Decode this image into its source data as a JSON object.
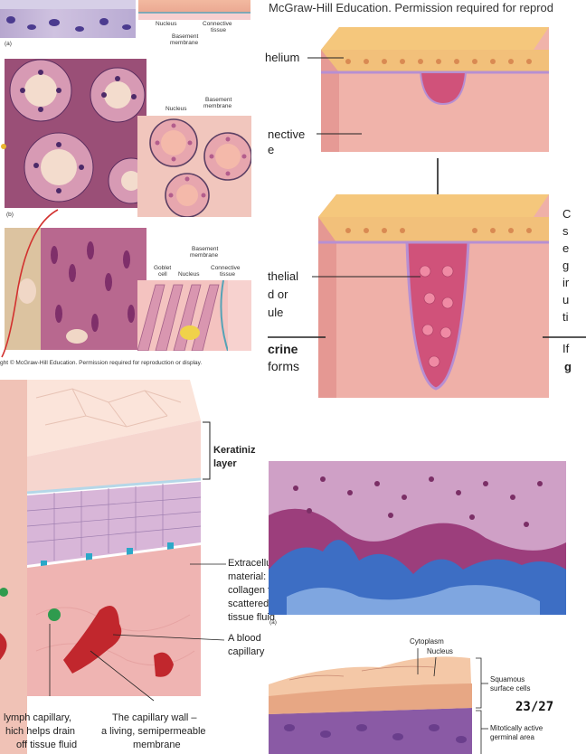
{
  "header": {
    "permission": "McGraw-Hill Education. Permission required for reprod"
  },
  "panel_a": {
    "tag": "(a)",
    "nucleus": "Nucleus",
    "connective_1": "Connective",
    "connective_2": "tissue",
    "basement_1": "Basement",
    "basement_2": "membrane"
  },
  "panel_b": {
    "tag": "(b)",
    "nucleus": "Nucleus",
    "basement_1": "Basement",
    "basement_2": "membrane"
  },
  "panel_c": {
    "basement_1": "Basement",
    "basement_2": "membrane",
    "goblet_1": "Goblet",
    "goblet_2": "cell",
    "nucleus": "Nucleus",
    "connective_1": "Connective",
    "connective_2": "tissue",
    "copyright": "ght © McGraw-Hill Education. Permission required for reproduction or display."
  },
  "gland_figure": {
    "epithelium": "helium",
    "connective_1": "nective",
    "connective_2": "e",
    "epithelial_1": "thelial",
    "epithelial_2": "d or",
    "epithelial_3": "ule",
    "exocrine": "crine",
    "forms": "forms",
    "right_letters": [
      "C",
      "s",
      "e",
      "g",
      "ir",
      "u",
      "ti"
    ],
    "right_if": "If",
    "right_g": "g"
  },
  "skin_figure": {
    "keratinized_1": "Keratiniz",
    "keratinized_2": "layer",
    "extracellular": [
      "Extracellula",
      "material:",
      "collagen fib",
      "scattered c",
      "tissue fluid"
    ],
    "blood_capillary_1": "A blood",
    "blood_capillary_2": "capillary",
    "lymph": [
      "lymph capillary,",
      "hich helps drain",
      "off tissue fluid"
    ],
    "capillary_wall": [
      "The capillary wall –",
      "a living, semipermeable",
      "membrane"
    ]
  },
  "micrograph": {
    "tag": "(a)"
  },
  "stratified_figure": {
    "cytoplasm": "Cytoplasm",
    "nucleus": "Nucleus",
    "squamous_1": "Squamous",
    "squamous_2": "surface cells",
    "mitotic_1": "Mitotically active",
    "mitotic_2": "germinal area"
  },
  "page_counter": "23/27"
}
